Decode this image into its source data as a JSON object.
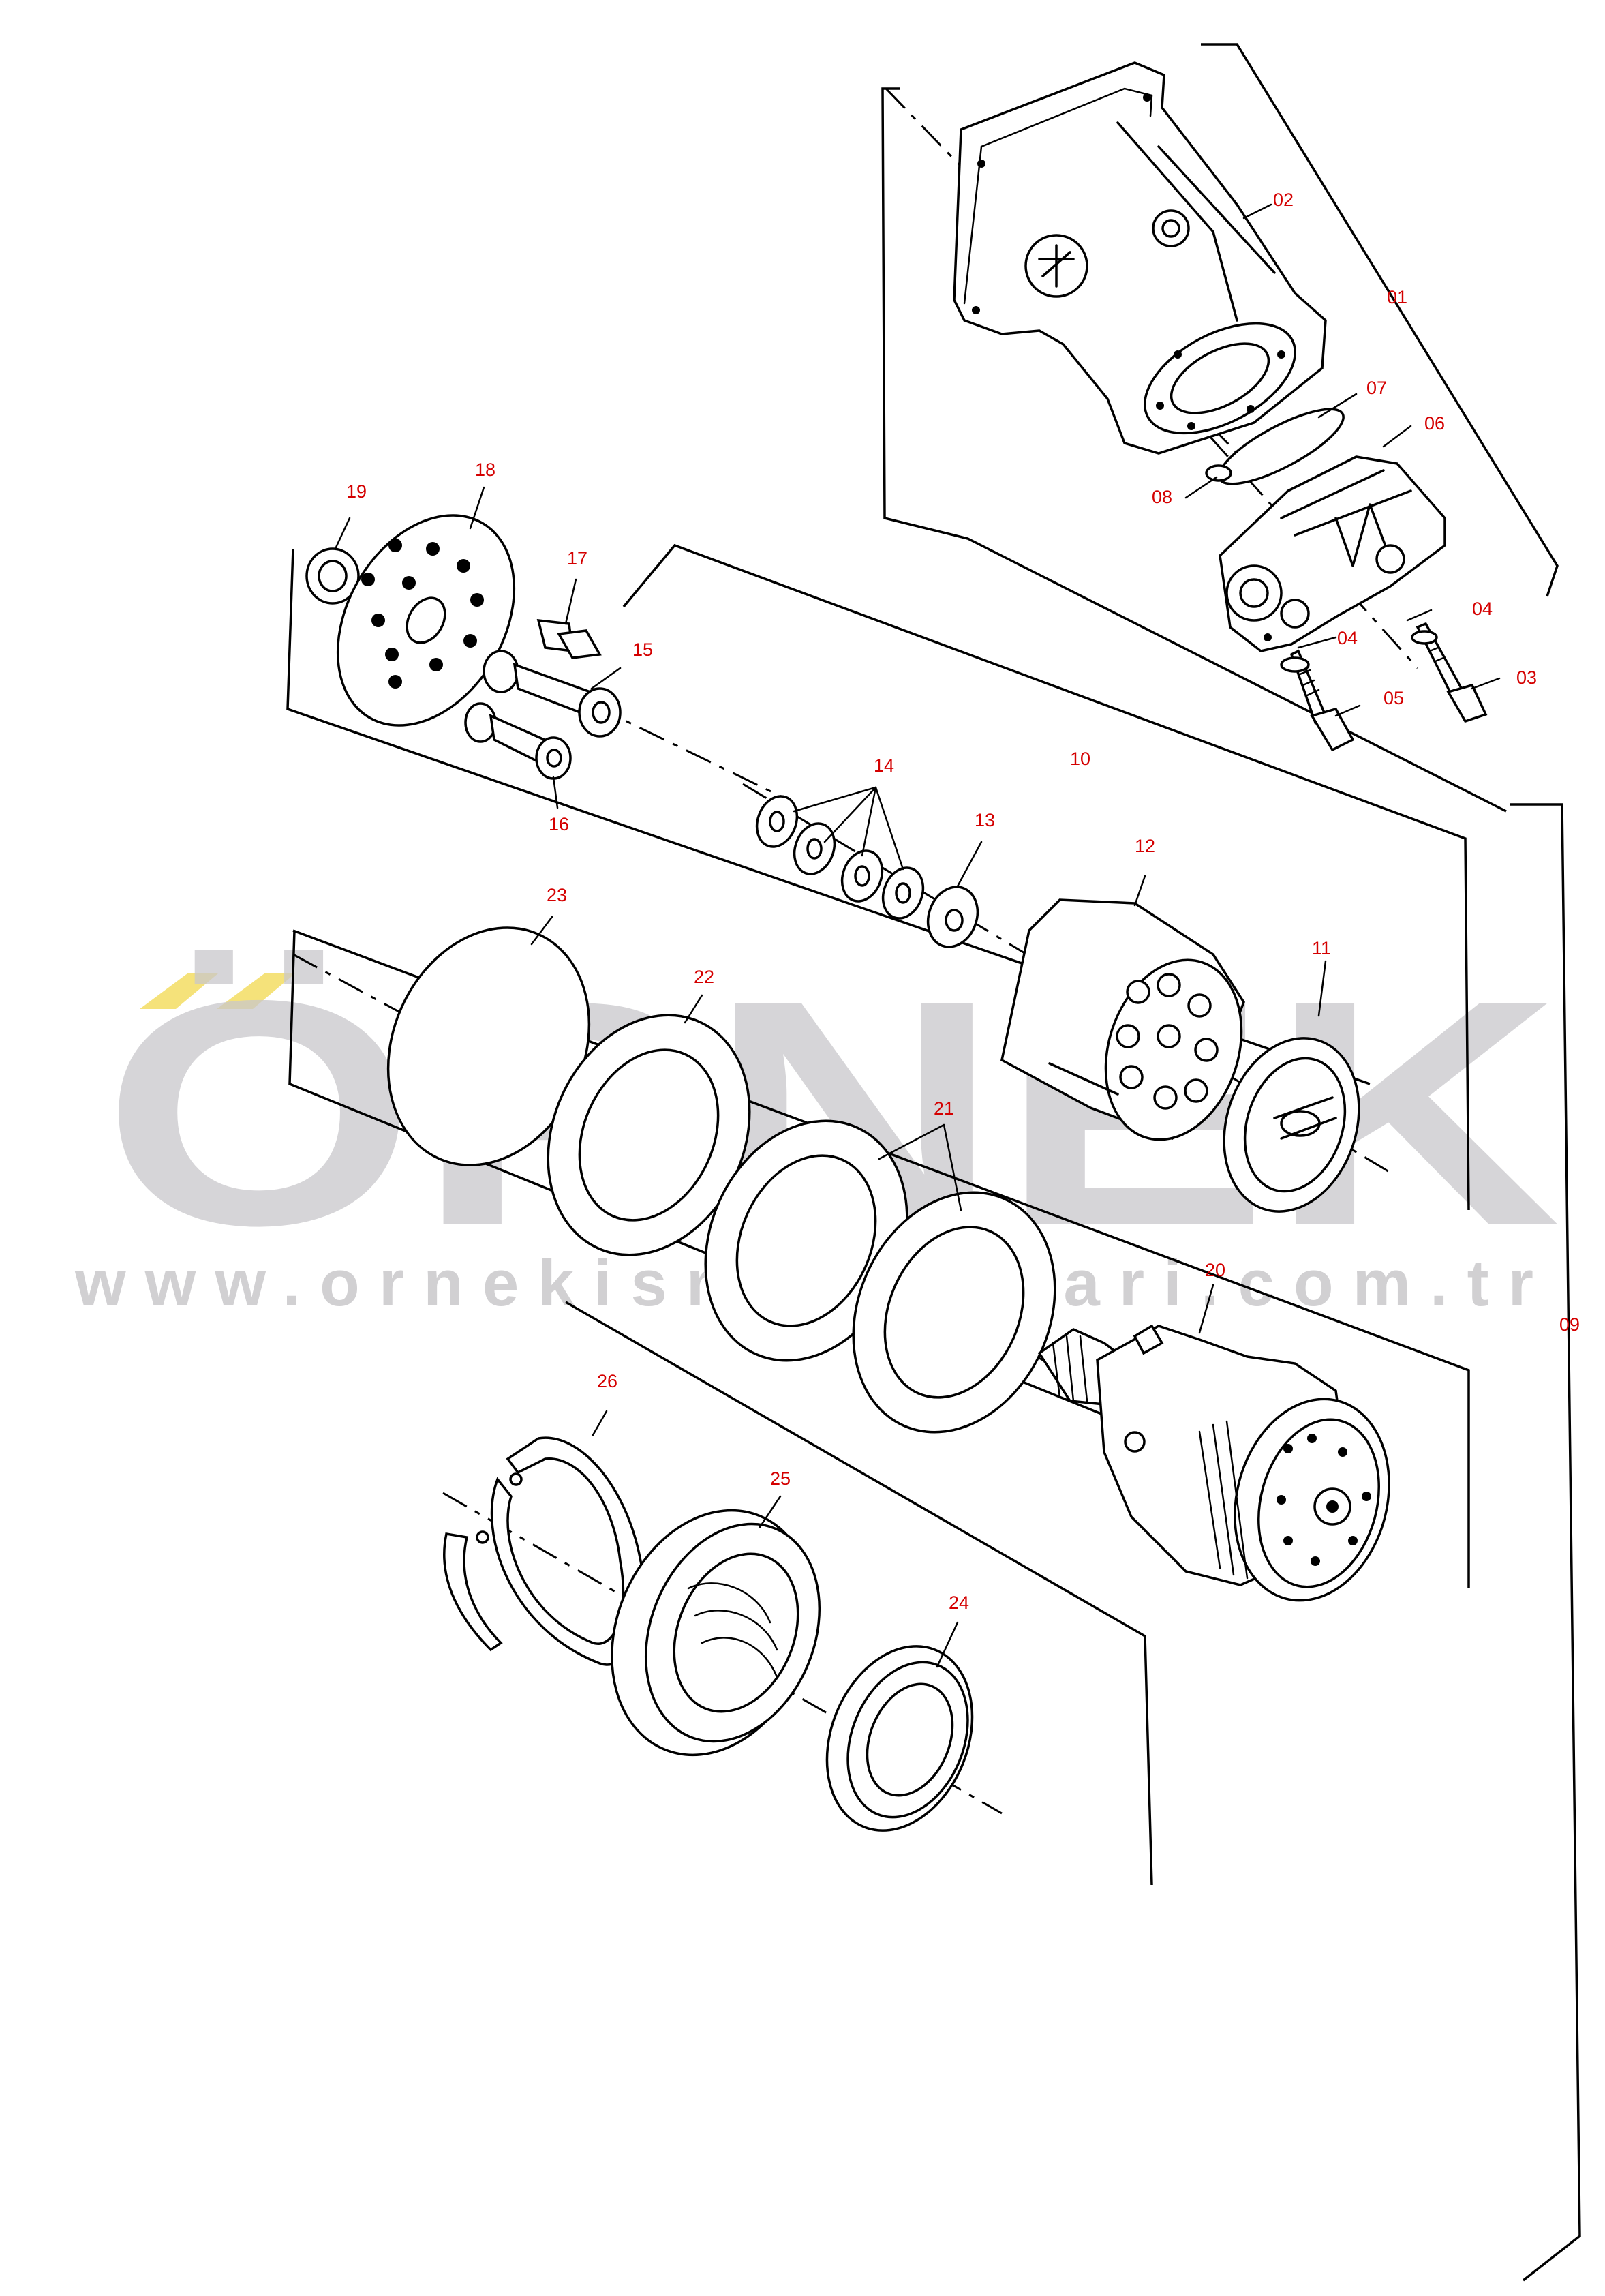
{
  "watermark": {
    "brand": "ÖRNEK",
    "url": "www.ornekismakinalari.com.tr"
  },
  "colors": {
    "label": "#d40000",
    "watermark": "#c9c8cb",
    "watermark_accent": "#f5e27a",
    "line": "#000000"
  },
  "parts": [
    {
      "key": "p01",
      "label": "01"
    },
    {
      "key": "p02",
      "label": "02"
    },
    {
      "key": "p03",
      "label": "03"
    },
    {
      "key": "p04a",
      "label": "04"
    },
    {
      "key": "p04b",
      "label": "04"
    },
    {
      "key": "p05",
      "label": "05"
    },
    {
      "key": "p06",
      "label": "06"
    },
    {
      "key": "p07",
      "label": "07"
    },
    {
      "key": "p08",
      "label": "08"
    },
    {
      "key": "p09",
      "label": "09"
    },
    {
      "key": "p10",
      "label": "10"
    },
    {
      "key": "p11",
      "label": "11"
    },
    {
      "key": "p12",
      "label": "12"
    },
    {
      "key": "p13",
      "label": "13"
    },
    {
      "key": "p14",
      "label": "14"
    },
    {
      "key": "p15",
      "label": "15"
    },
    {
      "key": "p16",
      "label": "16"
    },
    {
      "key": "p17",
      "label": "17"
    },
    {
      "key": "p18",
      "label": "18"
    },
    {
      "key": "p19",
      "label": "19"
    },
    {
      "key": "p20",
      "label": "20"
    },
    {
      "key": "p21",
      "label": "21"
    },
    {
      "key": "p22",
      "label": "22"
    },
    {
      "key": "p23",
      "label": "23"
    },
    {
      "key": "p24",
      "label": "24"
    },
    {
      "key": "p25",
      "label": "25"
    },
    {
      "key": "p26",
      "label": "26"
    }
  ]
}
